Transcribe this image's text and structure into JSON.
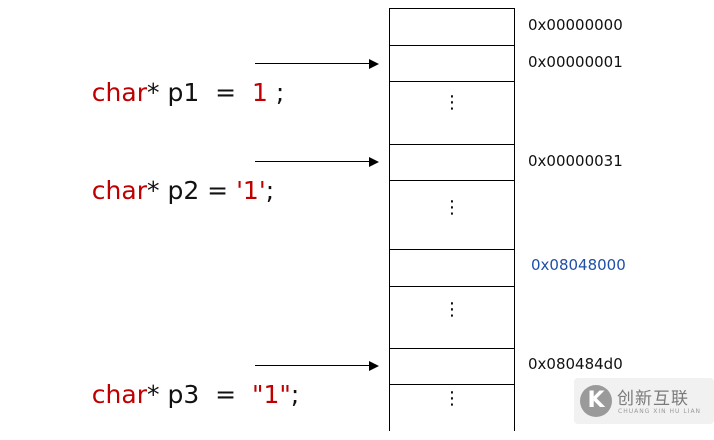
{
  "declarations": [
    {
      "type": "char",
      "star": "*",
      "rest": " p1  =  ",
      "value": "1",
      "end": " ;"
    },
    {
      "type": "char",
      "star": "*",
      "rest": " p2 = ",
      "value": "'1'",
      "end": ";"
    },
    {
      "type": "char",
      "star": "*",
      "rest": " p3  =  ",
      "value": "\"1\"",
      "end": ";"
    }
  ],
  "addresses": [
    "0x00000000",
    "0x00000001",
    "0x00000031",
    "0x08048000",
    "0x080484d0"
  ],
  "ellipsis": "⋮",
  "watermark": {
    "mark": "K",
    "text_cn": "创新互联",
    "text_en": "CHUANG XIN HU LIAN"
  },
  "colors": {
    "keyword": "#c00000",
    "highlight_address": "#1f4fa8",
    "text": "#111111"
  }
}
